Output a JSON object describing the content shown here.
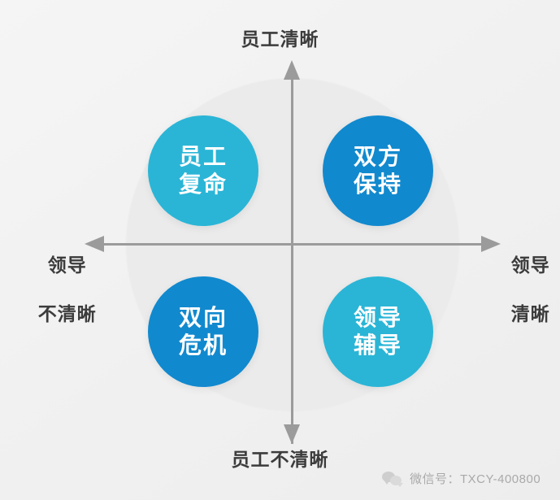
{
  "diagram": {
    "title_axes": {
      "top": "员工清晰",
      "bottom": "员工不清晰",
      "left_line1": "领导",
      "left_line2": "不清晰",
      "right_line1": "领导",
      "right_line2": "清晰"
    },
    "quadrants": [
      {
        "position": "top-left",
        "line1": "员工",
        "line2": "复命",
        "color": "#2ab5d6"
      },
      {
        "position": "top-right",
        "line1": "双方",
        "line2": "保持",
        "color": "#1189ce"
      },
      {
        "position": "bottom-left",
        "line1": "双向",
        "line2": "危机",
        "color": "#1189ce"
      },
      {
        "position": "bottom-right",
        "line1": "领导",
        "line2": "辅导",
        "color": "#2ab5d6"
      }
    ],
    "axis_color": "#9b9b9b",
    "background_disc_color": "#ebebeb",
    "page_background": "#f2f2f2"
  },
  "watermark": {
    "icon": "wechat-icon",
    "text": "微信号：TXCY-400800"
  }
}
